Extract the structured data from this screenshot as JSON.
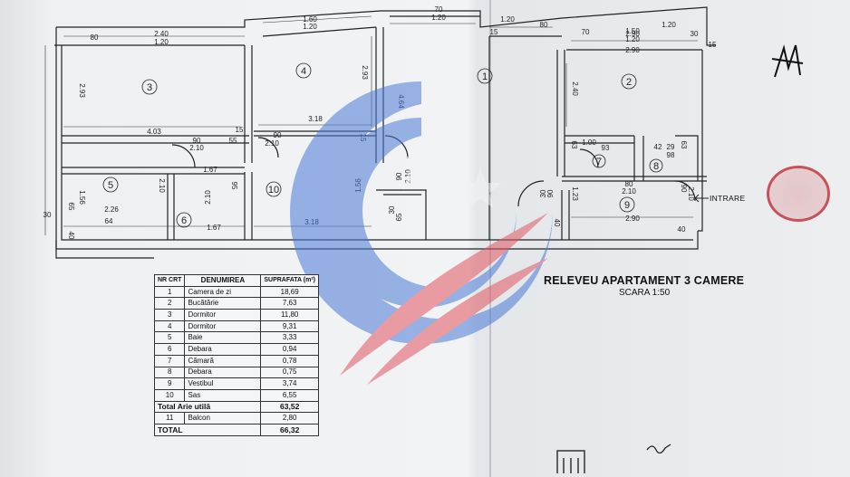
{
  "colors": {
    "line": "#222222",
    "paper": "#f2f3f4",
    "watermark_blue": "#3b6fd0",
    "watermark_red": "#e0454e",
    "stamp_red": "#be2832"
  },
  "title": "RELEVEU APARTAMENT 3 CAMERE",
  "scale": "SCARA 1:50",
  "entry_label": "INTRARE",
  "room_numbers": [
    "1",
    "2",
    "3",
    "4",
    "5",
    "6",
    "7",
    "8",
    "9",
    "10"
  ],
  "dimensions": [
    "80",
    "2.40",
    "1.20",
    "4.03",
    "2.93",
    "90",
    "2.10",
    "55",
    "15",
    "1.67",
    "1.56",
    "2.10",
    "2.26",
    "64",
    "30",
    "40",
    "1.67",
    "65",
    "2.10",
    "15",
    "1.60",
    "1.20",
    "2.93",
    "3.18",
    "90",
    "2.10",
    "95",
    "1.56",
    "90",
    "2.10",
    "30",
    "65",
    "3.18",
    "4.64",
    "70",
    "1.20",
    "80",
    "15",
    "1.20",
    "2.40",
    "1.23",
    "30",
    "1.20",
    "2.90",
    "1.50",
    "70",
    "1.20",
    "2.90",
    "40",
    "2.90",
    "15",
    "80",
    "2.10",
    "90",
    "2.10",
    "63",
    "42",
    "29",
    "63",
    "1.00",
    "98",
    "93",
    "40",
    "30",
    "90"
  ],
  "table": {
    "headers": {
      "nr": "NR CRT",
      "name": "DENUMIREA",
      "area": "SUPRAFATA (m²)"
    },
    "rows": [
      {
        "nr": "1",
        "name": "Camera de zi",
        "area": "18,69"
      },
      {
        "nr": "2",
        "name": "Bucătărie",
        "area": "7,63"
      },
      {
        "nr": "3",
        "name": "Dormitor",
        "area": "11,80"
      },
      {
        "nr": "4",
        "name": "Dormitor",
        "area": "9,31"
      },
      {
        "nr": "5",
        "name": "Baie",
        "area": "3,33"
      },
      {
        "nr": "6",
        "name": "Debara",
        "area": "0,94"
      },
      {
        "nr": "7",
        "name": "Cămară",
        "area": "0,78"
      },
      {
        "nr": "8",
        "name": "Debara",
        "area": "0,75"
      },
      {
        "nr": "9",
        "name": "Vestibul",
        "area": "3,74"
      },
      {
        "nr": "10",
        "name": "Sas",
        "area": "6,55"
      }
    ],
    "subtotal": {
      "label": "Total Arie utilă",
      "area": "63,52"
    },
    "balcony": {
      "nr": "11",
      "name": "Balcon",
      "area": "2,80"
    },
    "total": {
      "label": "TOTAL",
      "area": "66,32"
    }
  }
}
